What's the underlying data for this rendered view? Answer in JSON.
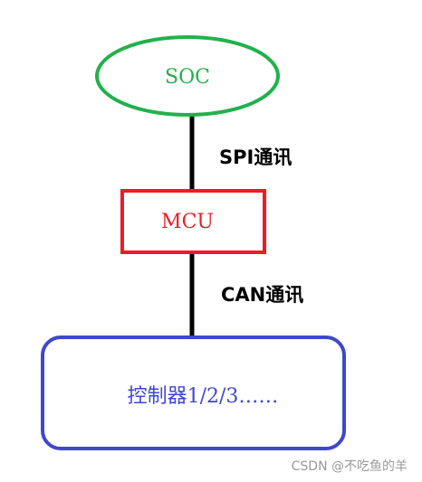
{
  "nodes": {
    "soc": {
      "label": "SOC",
      "color": "#22b14c"
    },
    "mcu": {
      "label": "MCU",
      "color": "#ed1c24"
    },
    "controller": {
      "label": "控制器1/2/3……",
      "color": "#3f48cc"
    }
  },
  "edges": {
    "soc_mcu": {
      "label": "SPI通讯",
      "color": "#000000"
    },
    "mcu_controller": {
      "label": "CAN通讯",
      "color": "#000000"
    }
  },
  "watermark": {
    "text": "CSDN @不吃鱼的羊",
    "color": "#999999"
  }
}
